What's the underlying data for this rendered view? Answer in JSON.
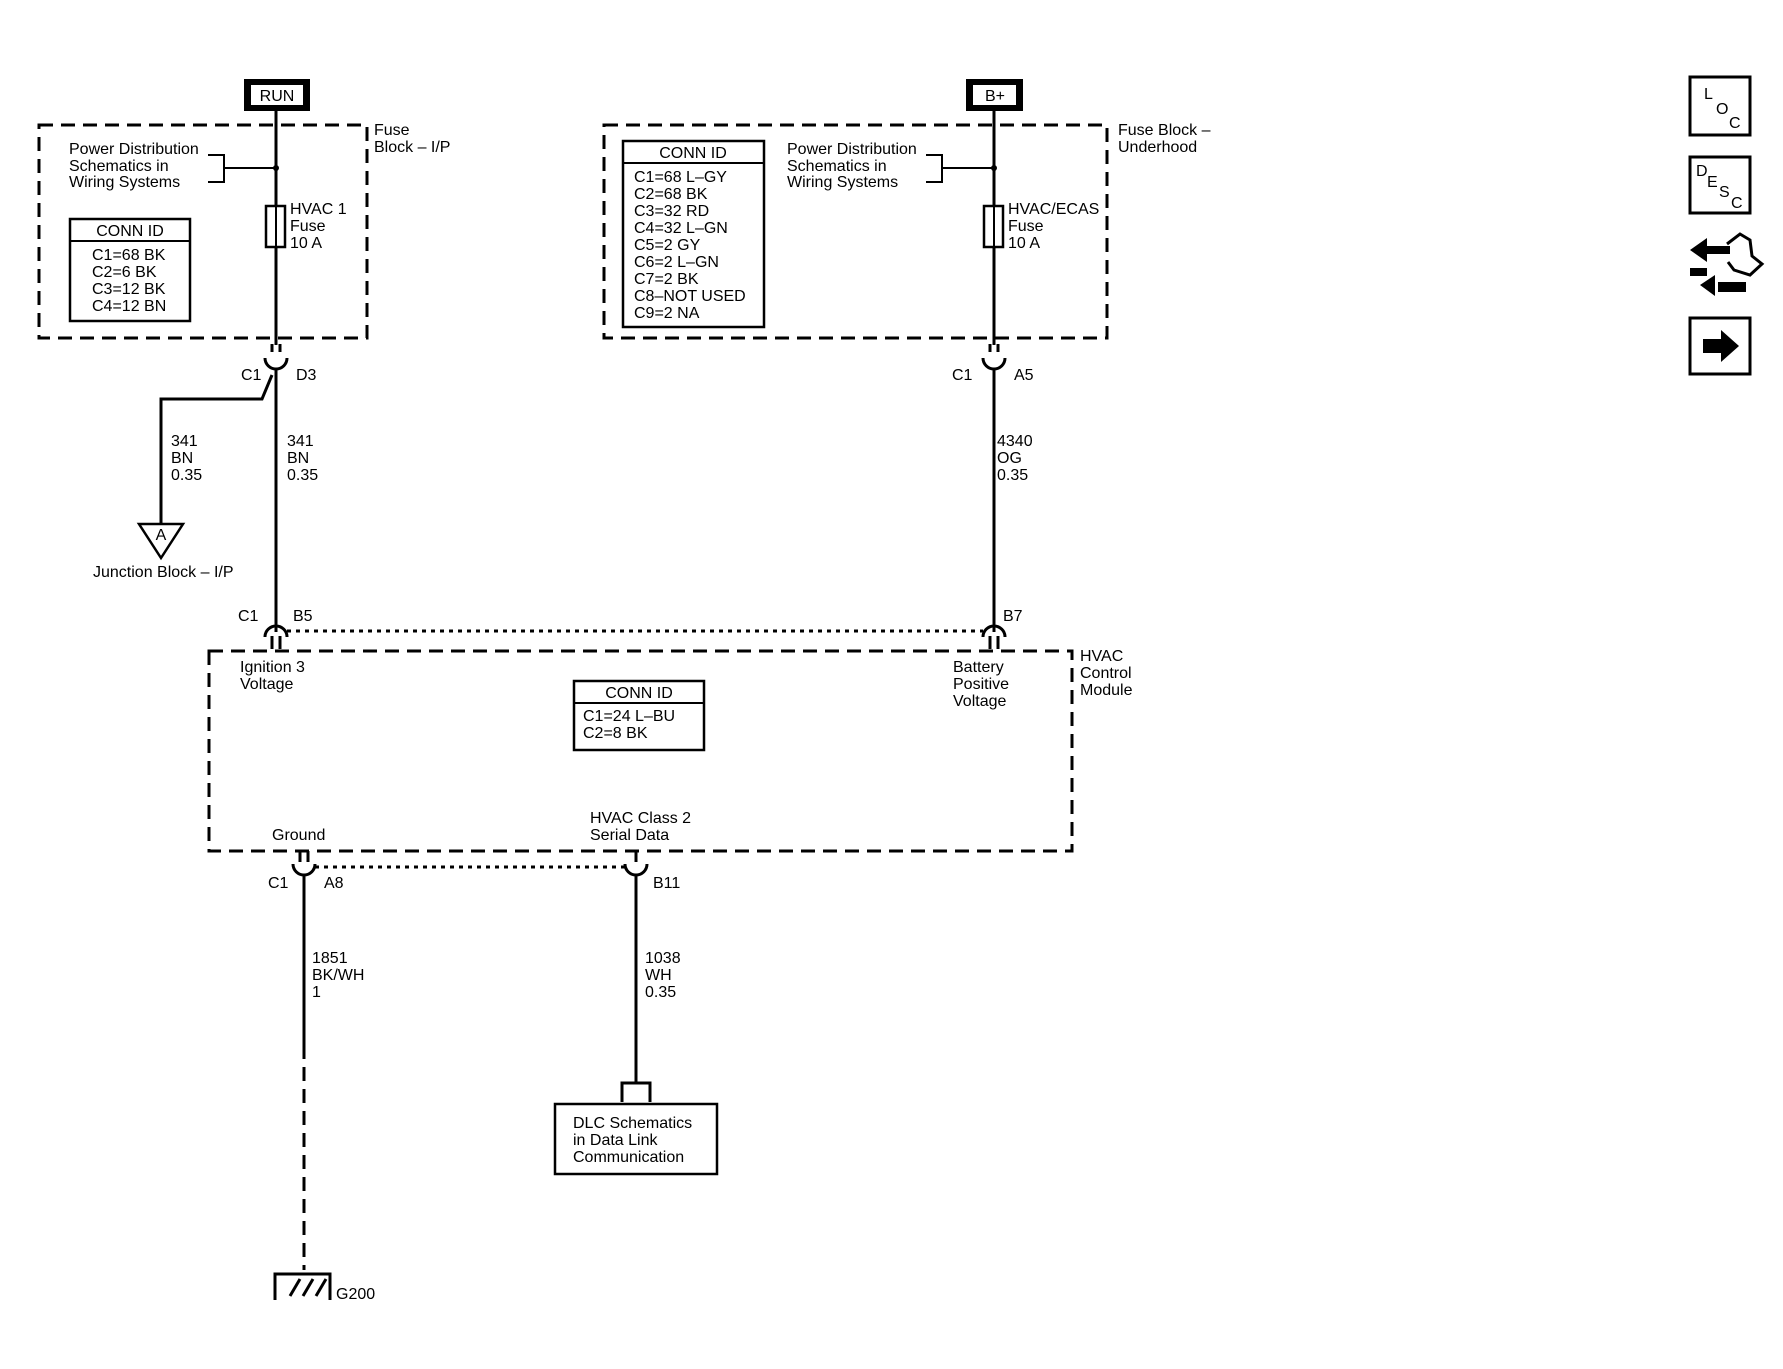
{
  "power_sources": {
    "run": "RUN",
    "bplus": "B+"
  },
  "fuse_block_ip": {
    "title_lines": [
      "Fuse",
      "Block – I/P"
    ],
    "ref_lines": [
      "Power Distribution",
      "Schematics in",
      "Wiring Systems"
    ],
    "conn_title": "CONN ID",
    "conn_lines": [
      "C1=68 BK",
      "C2=6 BK",
      "C3=12 BK",
      "C4=12 BN"
    ],
    "fuse_lines": [
      "HVAC 1",
      "Fuse",
      "10 A"
    ],
    "out_conn": "C1",
    "out_pin": "D3"
  },
  "fuse_block_underhood": {
    "title_lines": [
      "Fuse Block –",
      "Underhood"
    ],
    "ref_lines": [
      "Power Distribution",
      "Schematics in",
      "Wiring Systems"
    ],
    "conn_title": "CONN ID",
    "conn_lines": [
      "C1=68 L–GY",
      "C2=68 BK",
      "C3=32 RD",
      "C4=32 L–GN",
      "C5=2 GY",
      "C6=2 L–GN",
      "C7=2 BK",
      "C8–NOT USED",
      "C9=2 NA"
    ],
    "fuse_lines": [
      "HVAC/ECAS",
      "Fuse",
      "10 A"
    ],
    "out_conn": "C1",
    "out_pin": "A5"
  },
  "wires": {
    "branch": [
      "341",
      "BN",
      "0.35"
    ],
    "ign": [
      "341",
      "BN",
      "0.35"
    ],
    "batt": [
      "4340",
      "OG",
      "0.35"
    ],
    "ground": [
      "1851",
      "BK/WH",
      "1"
    ],
    "serial": [
      "1038",
      "WH",
      "0.35"
    ]
  },
  "junction_block": {
    "symbol": "A",
    "label": "Junction Block – I/P"
  },
  "hvac_module": {
    "title_lines": [
      "HVAC",
      "Control",
      "Module"
    ],
    "conn_title": "CONN ID",
    "conn_lines": [
      "C1=24 L–BU",
      "C2=8 BK"
    ],
    "pin_ign_conn": "C1",
    "pin_ign": "B5",
    "pin_batt": "B7",
    "pin_gnd_conn": "C1",
    "pin_gnd": "A8",
    "pin_serial": "B11",
    "ign_label": [
      "Ignition 3",
      "Voltage"
    ],
    "batt_label": [
      "Battery",
      "Positive",
      "Voltage"
    ],
    "gnd_label": [
      "Ground"
    ],
    "serial_label": [
      "HVAC Class 2",
      "Serial Data"
    ]
  },
  "dlc_ref": {
    "lines": [
      "DLC Schematics",
      "in Data Link",
      "Communication"
    ]
  },
  "ground_point": "G200",
  "nav_icons": [
    {
      "name": "loc-icon",
      "letters": [
        "L",
        "O",
        "C"
      ]
    },
    {
      "name": "desc-icon",
      "letters": [
        "D",
        "E",
        "S",
        "C"
      ]
    },
    {
      "name": "connector-tool-icon"
    },
    {
      "name": "next-arrow-icon"
    }
  ]
}
